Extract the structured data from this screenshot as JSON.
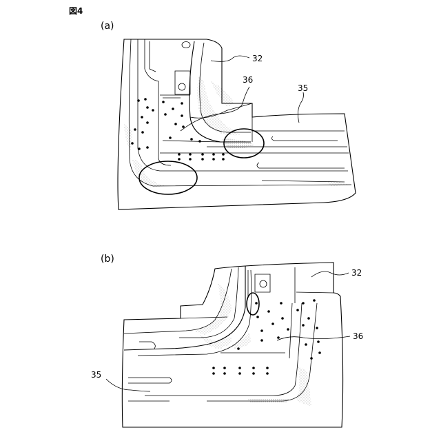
{
  "figure": {
    "title": "図4",
    "panels": [
      {
        "label": "(a)",
        "references": [
          "32",
          "36",
          "35"
        ]
      },
      {
        "label": "(b)",
        "references": [
          "32",
          "36",
          "35"
        ]
      }
    ]
  },
  "colors": {
    "line": "#000000",
    "stipple": "#888888",
    "background": "#ffffff"
  }
}
